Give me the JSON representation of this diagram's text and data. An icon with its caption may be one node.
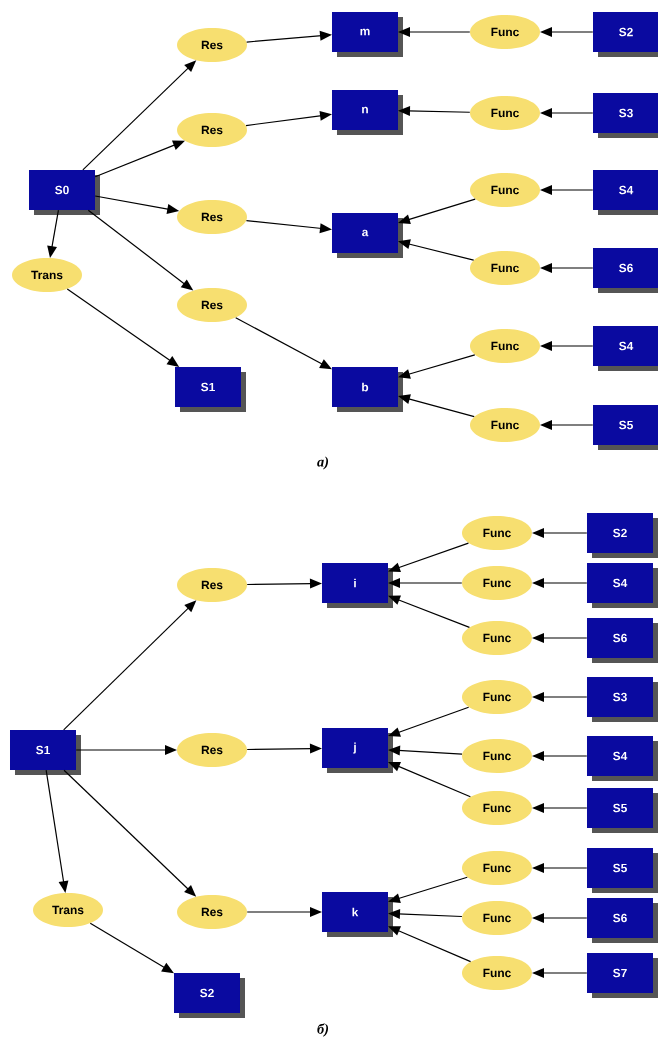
{
  "diagram": {
    "nodes": [
      {
        "text": [
          "S0"
        ]
      },
      {
        "text": [
          "Trans"
        ]
      },
      {
        "text": [
          "S1"
        ]
      },
      {
        "text": [
          "Res"
        ]
      },
      {
        "text": [
          "Res"
        ]
      },
      {
        "text": [
          "Res"
        ]
      },
      {
        "text": [
          "Res"
        ]
      },
      {
        "text": [
          "m"
        ]
      },
      {
        "text": [
          "n"
        ]
      },
      {
        "text": [
          "a"
        ]
      },
      {
        "text": [
          "b"
        ]
      },
      {
        "text": [
          "Func"
        ]
      },
      {
        "text": [
          "S2"
        ]
      },
      {
        "text": [
          "Func"
        ]
      },
      {
        "text": [
          "S3"
        ]
      },
      {
        "text": [
          "Func"
        ]
      },
      {
        "text": [
          "S4"
        ]
      },
      {
        "text": [
          "Func"
        ]
      },
      {
        "text": [
          "S6"
        ]
      },
      {
        "text": [
          "Func"
        ]
      },
      {
        "text": [
          "S4"
        ]
      },
      {
        "text": [
          "Func"
        ]
      },
      {
        "text": [
          "S5"
        ]
      },
      {
        "text": [
          "S1"
        ]
      },
      {
        "text": [
          "Trans"
        ]
      },
      {
        "text": [
          "S2"
        ]
      },
      {
        "text": [
          "Res"
        ]
      },
      {
        "text": [
          "Res"
        ]
      },
      {
        "text": [
          "Res"
        ]
      },
      {
        "text": [
          "i"
        ]
      },
      {
        "text": [
          "j"
        ]
      },
      {
        "text": [
          "k"
        ]
      },
      {
        "text": [
          "Func"
        ]
      },
      {
        "text": [
          "S2"
        ]
      },
      {
        "text": [
          "Func"
        ]
      },
      {
        "text": [
          "S4"
        ]
      },
      {
        "text": [
          "Func"
        ]
      },
      {
        "text": [
          "S6"
        ]
      },
      {
        "text": [
          "Func"
        ]
      },
      {
        "text": [
          "S3"
        ]
      },
      {
        "text": [
          "Func"
        ]
      },
      {
        "text": [
          "S4"
        ]
      },
      {
        "text": [
          "Func"
        ]
      },
      {
        "text": [
          "S5"
        ]
      },
      {
        "text": [
          "Func"
        ]
      },
      {
        "text": [
          "S5"
        ]
      },
      {
        "text": [
          "Func"
        ]
      },
      {
        "text": [
          "S6"
        ]
      },
      {
        "text": [
          "Func"
        ]
      },
      {
        "text": [
          "S7"
        ]
      }
    ],
    "edges": [
      {
        "from": 0,
        "to": 3,
        "arrow": "to"
      },
      {
        "from": 0,
        "to": 4,
        "arrow": "to"
      },
      {
        "from": 0,
        "to": 5,
        "arrow": "to"
      },
      {
        "from": 0,
        "to": 6,
        "arrow": "to"
      },
      {
        "from": 0,
        "to": 1,
        "arrow": "to"
      },
      {
        "from": 1,
        "to": 2,
        "arrow": "to"
      },
      {
        "from": 3,
        "to": 7,
        "arrow": "to"
      },
      {
        "from": 4,
        "to": 8,
        "arrow": "to"
      },
      {
        "from": 5,
        "to": 9,
        "arrow": "to"
      },
      {
        "from": 6,
        "to": 10,
        "arrow": "to"
      },
      {
        "from": 11,
        "to": 7,
        "arrow": "to"
      },
      {
        "from": 12,
        "to": 11,
        "arrow": "to"
      },
      {
        "from": 13,
        "to": 8,
        "arrow": "to"
      },
      {
        "from": 14,
        "to": 13,
        "arrow": "to"
      },
      {
        "from": 15,
        "to": 9,
        "arrow": "to"
      },
      {
        "from": 16,
        "to": 15,
        "arrow": "to"
      },
      {
        "from": 17,
        "to": 9,
        "arrow": "to"
      },
      {
        "from": 18,
        "to": 17,
        "arrow": "to"
      },
      {
        "from": 19,
        "to": 10,
        "arrow": "to"
      },
      {
        "from": 20,
        "to": 19,
        "arrow": "to"
      },
      {
        "from": 21,
        "to": 10,
        "arrow": "to"
      },
      {
        "from": 22,
        "to": 21,
        "arrow": "to"
      },
      {
        "from": 23,
        "to": 26,
        "arrow": "to"
      },
      {
        "from": 23,
        "to": 27,
        "arrow": "to"
      },
      {
        "from": 23,
        "to": 28,
        "arrow": "to"
      },
      {
        "from": 23,
        "to": 24,
        "arrow": "to"
      },
      {
        "from": 24,
        "to": 25,
        "arrow": "to"
      },
      {
        "from": 26,
        "to": 29,
        "arrow": "to"
      },
      {
        "from": 27,
        "to": 30,
        "arrow": "to"
      },
      {
        "from": 28,
        "to": 31,
        "arrow": "to"
      },
      {
        "from": 32,
        "to": 29,
        "arrow": "to"
      },
      {
        "from": 33,
        "to": 32,
        "arrow": "to"
      },
      {
        "from": 34,
        "to": 29,
        "arrow": "to"
      },
      {
        "from": 35,
        "to": 34,
        "arrow": "to"
      },
      {
        "from": 36,
        "to": 29,
        "arrow": "to"
      },
      {
        "from": 37,
        "to": 36,
        "arrow": "to"
      },
      {
        "from": 38,
        "to": 30,
        "arrow": "to"
      },
      {
        "from": 39,
        "to": 38,
        "arrow": "to"
      },
      {
        "from": 40,
        "to": 30,
        "arrow": "to"
      },
      {
        "from": 41,
        "to": 40,
        "arrow": "to"
      },
      {
        "from": 42,
        "to": 30,
        "arrow": "to"
      },
      {
        "from": 43,
        "to": 42,
        "arrow": "to"
      },
      {
        "from": 44,
        "to": 31,
        "arrow": "to"
      },
      {
        "from": 45,
        "to": 44,
        "arrow": "to"
      },
      {
        "from": 46,
        "to": 31,
        "arrow": "to"
      },
      {
        "from": 47,
        "to": 46,
        "arrow": "to"
      },
      {
        "from": 48,
        "to": 31,
        "arrow": "to"
      },
      {
        "from": 49,
        "to": 48,
        "arrow": "to"
      }
    ],
    "labels": [
      "а)",
      "б)"
    ]
  }
}
